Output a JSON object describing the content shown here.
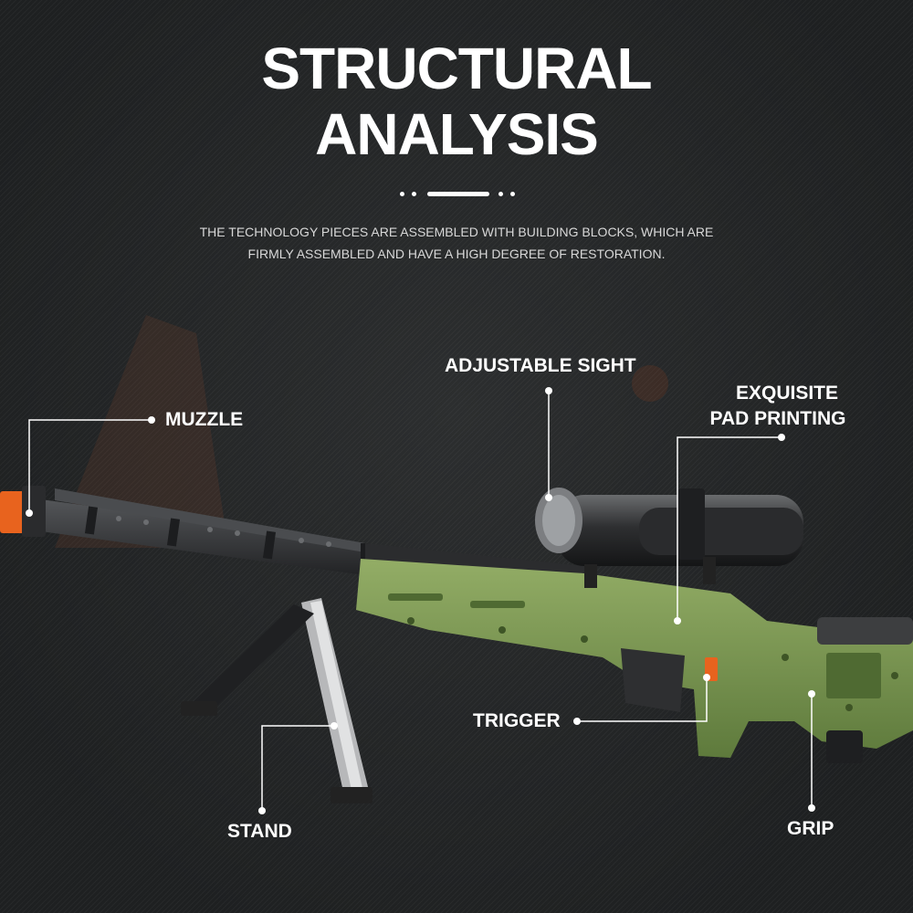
{
  "header": {
    "title_line1": "STRUCTURAL",
    "title_line2": "ANALYSIS",
    "description_line1": "THE TECHNOLOGY PIECES ARE ASSEMBLED WITH BUILDING BLOCKS, WHICH ARE",
    "description_line2": "FIRMLY ASSEMBLED AND HAVE A HIGH DEGREE OF RESTORATION."
  },
  "callouts": {
    "muzzle": "MUZZLE",
    "sight": "ADJUSTABLE SIGHT",
    "pad_printing_line1": "EXQUISITE",
    "pad_printing_line2": "PAD PRINTING",
    "trigger": "TRIGGER",
    "stand": "STAND",
    "grip": "GRIP"
  },
  "colors": {
    "background": "#232526",
    "stock_green": "#7a9550",
    "barrel_dark": "#3a3b3d",
    "muzzle_orange": "#e8631e",
    "text": "#ffffff"
  }
}
